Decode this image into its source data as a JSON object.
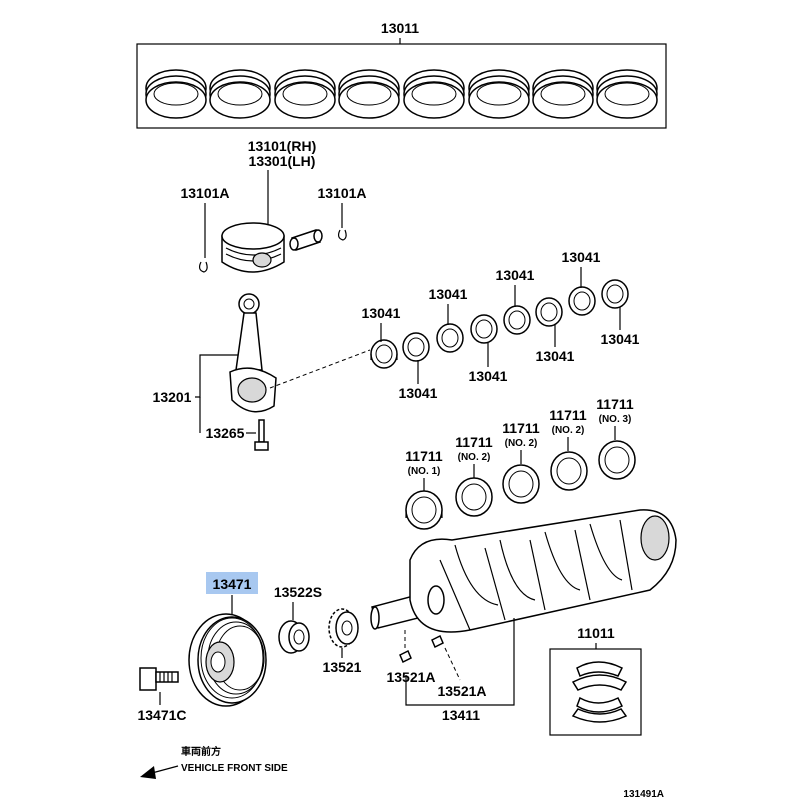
{
  "diagram": {
    "colors": {
      "highlight": "#a8c8f0",
      "line": "#000000"
    },
    "labels": {
      "piston_ring_set": "13011",
      "piston_rh": "13101(RH)",
      "piston_lh": "13301(LH)",
      "snap_ring_left": "13101A",
      "snap_ring_right": "13101A",
      "connecting_rod": "13201",
      "rod_bolt": "13265",
      "rod_bearing_1": "13041",
      "rod_bearing_2": "13041",
      "rod_bearing_3": "13041",
      "rod_bearing_4": "13041",
      "rod_bearing_5": "13041",
      "rod_bearing_6": "13041",
      "rod_bearing_7": "13041",
      "rod_bearing_8": "13041",
      "main_bearing_1": "11711",
      "main_bearing_1_note": "(NO. 1)",
      "main_bearing_2": "11711",
      "main_bearing_2_note": "(NO. 2)",
      "main_bearing_3": "11711",
      "main_bearing_3_note": "(NO. 2)",
      "main_bearing_4": "11711",
      "main_bearing_4_note": "(NO. 2)",
      "main_bearing_5": "11711",
      "main_bearing_5_note": "(NO. 3)",
      "pulley": "13471",
      "pulley_bolt": "13471C",
      "washer": "13522S",
      "gear": "13521",
      "key_1": "13521A",
      "key_2": "13521A",
      "crankshaft": "13411",
      "thrust_washer": "11011",
      "front_side_jp": "車両前方",
      "front_side_en": "VEHICLE FRONT SIDE",
      "figure_id": "131491A"
    }
  }
}
